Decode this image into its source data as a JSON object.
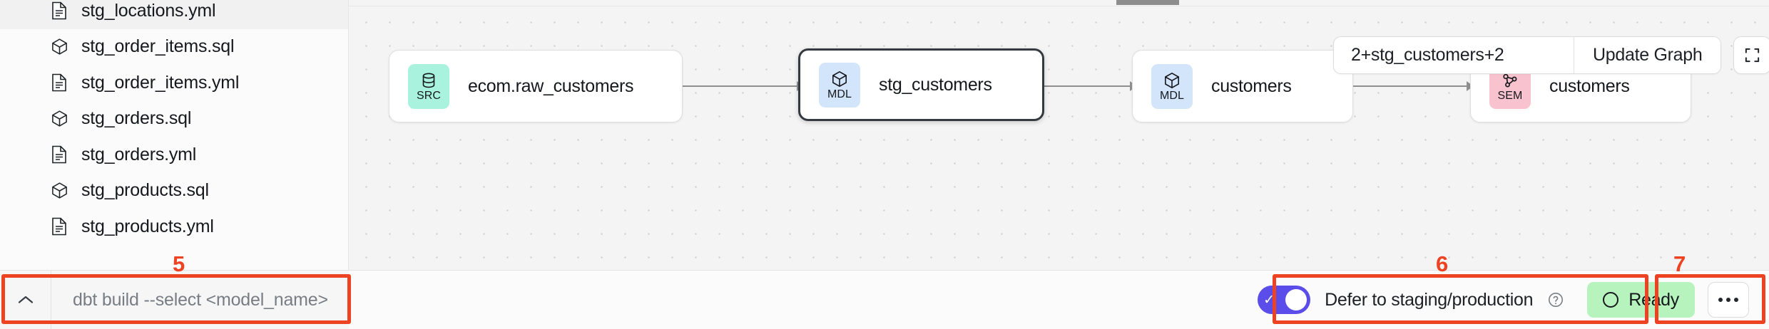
{
  "sidebar": {
    "files": [
      {
        "name": "stg_locations.yml",
        "icon": "yml-file-icon"
      },
      {
        "name": "stg_order_items.sql",
        "icon": "sql-model-icon"
      },
      {
        "name": "stg_order_items.yml",
        "icon": "yml-file-icon"
      },
      {
        "name": "stg_orders.sql",
        "icon": "sql-model-icon"
      },
      {
        "name": "stg_orders.yml",
        "icon": "yml-file-icon"
      },
      {
        "name": "stg_products.sql",
        "icon": "sql-model-icon"
      },
      {
        "name": "stg_products.yml",
        "icon": "yml-file-icon"
      }
    ],
    "command_bar": {
      "chevron_icon": "chevron-up-icon",
      "placeholder": "dbt build --select <model_name>",
      "value": ""
    }
  },
  "graph_toolbar": {
    "selector_value": "2+stg_customers+2",
    "selector_placeholder": "2+stg_customers+2",
    "update_button_label": "Update Graph",
    "fullscreen_icon": "fullscreen-icon",
    "refresh_icon": "refresh-icon"
  },
  "graph": {
    "nodes": [
      {
        "id": "src-ecom-raw-customers",
        "badge": "SRC",
        "badge_icon": "database-icon",
        "label": "ecom.raw_customers",
        "badge_color": "#a9f3de",
        "selected": false
      },
      {
        "id": "mdl-stg-customers",
        "badge": "MDL",
        "badge_icon": "cube-icon",
        "label": "stg_customers",
        "badge_color": "#d3e5fb",
        "selected": true
      },
      {
        "id": "mdl-customers",
        "badge": "MDL",
        "badge_icon": "cube-icon",
        "label": "customers",
        "badge_color": "#d3e5fb",
        "selected": false
      },
      {
        "id": "sem-customers",
        "badge": "SEM",
        "badge_icon": "network-icon",
        "label": "customers",
        "badge_color": "#f8c3ce",
        "selected": false
      }
    ]
  },
  "status_bar": {
    "defer_toggle": {
      "label": "Defer to staging/production",
      "state": "on",
      "help_icon": "help-circle-icon"
    },
    "status_badge": {
      "label": "Ready",
      "icon": "status-circle-icon",
      "color": "#b6f3bd"
    },
    "more_button": {
      "icon": "more-horizontal-icon"
    }
  },
  "annotations": [
    {
      "number": "5",
      "target": "command-bar"
    },
    {
      "number": "6",
      "target": "defer-toggle"
    },
    {
      "number": "7",
      "target": "status-badge"
    }
  ],
  "theme": {
    "annotation_color": "#ed4323",
    "accent_purple": "#5b4dea",
    "canvas_background": "#f4f4f4"
  }
}
